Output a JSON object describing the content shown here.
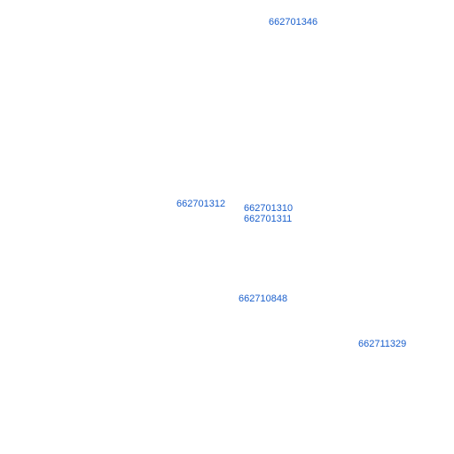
{
  "map": {
    "background_color": "#ffffff",
    "label_color": "#1a5fcc",
    "parcel_labels": [
      "662701346",
      "662701312",
      "662701310",
      "662701311",
      "662710848",
      "662711329"
    ]
  }
}
